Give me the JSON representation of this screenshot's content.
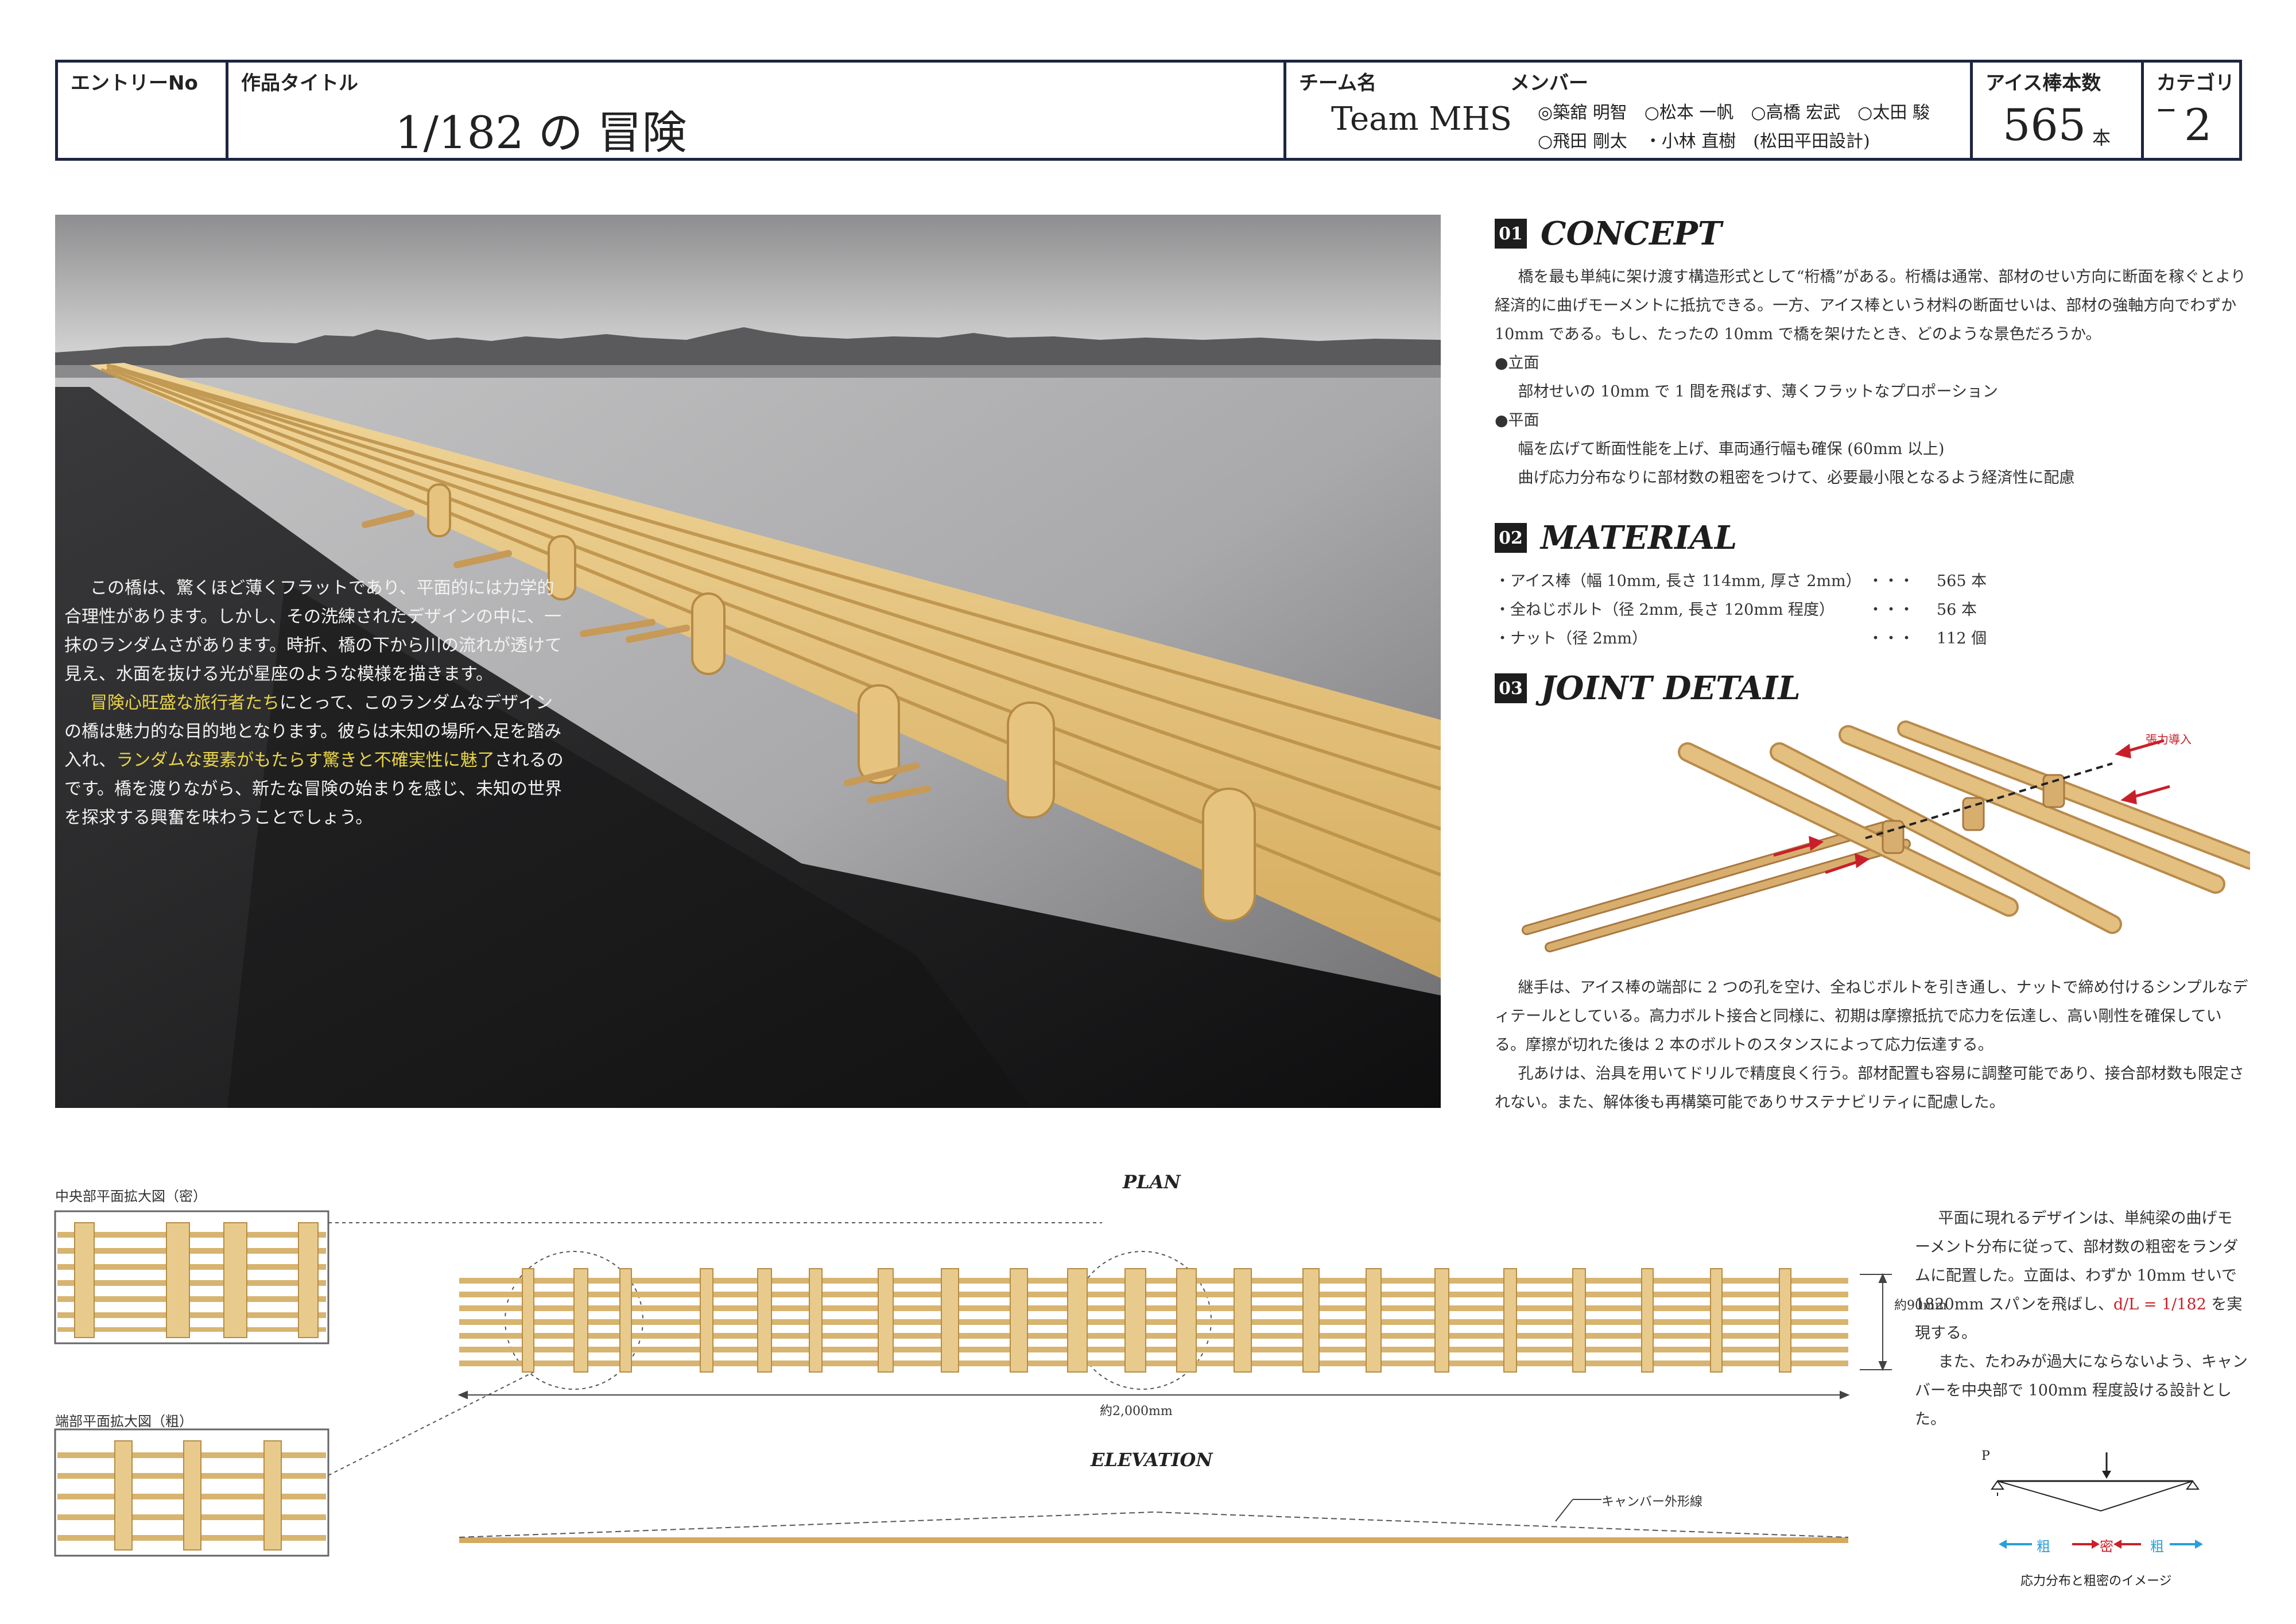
{
  "header": {
    "entry_label": "エントリーNo",
    "entry_value": "",
    "title_label": "作品タイトル",
    "title": "1/182 の 冒険",
    "team_label": "チーム名",
    "team_name": "Team MHS",
    "members_label": "メンバー",
    "members_line1": "◎築舘 明智　○松本 一帆　○高橋 宏武　○太田 駿",
    "members_line2": "○飛田 剛太　・小林 直樹　(松田平田設計)",
    "stick_label": "アイス棒本数",
    "stick_count": "565",
    "stick_unit": "本",
    "category_label": "カテゴリー",
    "category_value": "2"
  },
  "photo": {
    "para1": "この橋は、驚くほど薄くフラットであり、平面的には力学的合理性があります。しかし、その洗練されたデザインの中に、一抹のランダムさがあります。時折、橋の下から川の流れが透けて見え、水面を抜ける光が星座のような模様を描きます。",
    "para2_hl1": "冒険心旺盛な旅行者たち",
    "para2_a": "にとって、このランダムなデザインの橋は魅力的な目的地となります。彼らは未知の場所へ足を踏み入れ、",
    "para2_hl2": "ランダムな要素がもたらす驚きと不確実性に魅了",
    "para2_b": "されるのです。橋を渡りながら、新たな冒険の始まりを感じ、未知の世界を探求する興奮を味わうことでしょう。"
  },
  "concept": {
    "num": "01",
    "title": "CONCEPT",
    "para": "橋を最も単純に架け渡す構造形式として“桁橋”がある。桁橋は通常、部材のせい方向に断面を稼ぐとより経済的に曲げモーメントに抵抗できる。一方、アイス棒という材料の断面せいは、部材の強軸方向でわずか 10mm である。もし、たったの 10mm で橋を架けたとき、どのような景色だろうか。",
    "h1": "●立面",
    "h1_text": "部材せいの 10mm で 1 間を飛ばす、薄くフラットなプロポーション",
    "h2": "●平面",
    "h2_text1": "幅を広げて断面性能を上げ、車両通行幅も確保 (60mm 以上)",
    "h2_text2": "曲げ応力分布なりに部材数の粗密をつけて、必要最小限となるよう経済性に配慮"
  },
  "material": {
    "num": "02",
    "title": "MATERIAL",
    "rows": [
      {
        "name": "・アイス棒（幅 10mm, 長さ 114mm, 厚さ 2mm）",
        "dots": "・・・",
        "qty": "565 本"
      },
      {
        "name": "・全ねじボルト（径 2mm,  長さ 120mm 程度）",
        "dots": "・・・",
        "qty": "56 本"
      },
      {
        "name": "・ナット（径 2mm）",
        "dots": "・・・",
        "qty": "112 個"
      }
    ]
  },
  "joint": {
    "num": "03",
    "title": "JOINT DETAIL",
    "tension_label": "張力導入",
    "para1": "継手は、アイス棒の端部に 2 つの孔を空け、全ねじボルトを引き通し、ナットで締め付けるシンプルなディテールとしている。高力ボルト接合と同様に、初期は摩擦抵抗で応力を伝達し、高い剛性を確保している。摩擦が切れた後は 2 本のボルトのスタンスによって応力伝達する。",
    "para2": "孔あけは、治具を用いてドリルで精度良く行う。部材配置も容易に調整可能であり、接合部材数も限定されない。また、解体後も再構築可能でありサステナビリティに配慮した。"
  },
  "plan": {
    "title": "PLAN",
    "center_label": "中央部平面拡大図（密）",
    "end_label": "端部平面拡大図（粗）",
    "width_dim": "約90mm",
    "length_dim": "約2,000mm"
  },
  "elevation": {
    "title": "ELEVATION",
    "camber_label": "キャンバー外形線"
  },
  "right_note": {
    "para1_a": "平面に現れるデザインは、単純梁の曲げモーメント分布に従って、部材数の粗密をランダムに配置した。立面は、わずか 10mm せいで 1820mm スパンを飛ばし、",
    "para1_red": "d/L = 1/182",
    "para1_b": " を実現する。",
    "para2": "また、たわみが過大にならないよう、キャンバーを中央部で 100mm 程度設ける設計とした。"
  },
  "diagram": {
    "load": "P",
    "left": "粗",
    "mid": "密",
    "right": "粗",
    "caption": "応力分布と粗密のイメージ"
  },
  "colors": {
    "wood": "#e2c07c",
    "wood_dark": "#c39a52",
    "frame": "#1d2540",
    "highlight": "#e8d44a",
    "red": "#c8202a",
    "blue": "#2a9fd8"
  }
}
